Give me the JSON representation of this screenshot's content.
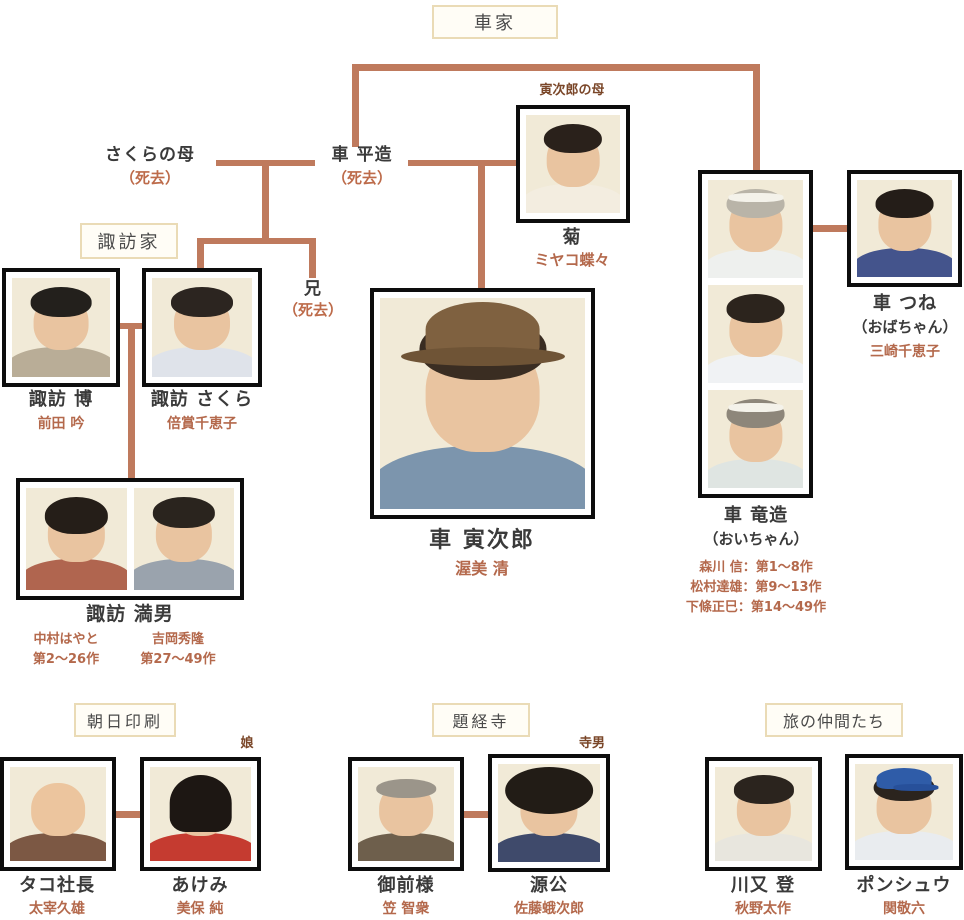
{
  "title": "車家",
  "colors": {
    "background": "#ffffff",
    "line": "#bf7a5d",
    "name_text": "#3a3a3a",
    "actor_text": "#b4694c",
    "role_text": "#7a4628",
    "tag_border": "#eadbb6",
    "tag_background": "#fffdf6",
    "frame_border": "#0d0d0d"
  },
  "tags": {
    "kuruma": "車家",
    "suwa": "諏訪家",
    "asahi": "朝日印刷",
    "daikyoji": "題経寺",
    "tabi": "旅の仲間たち"
  },
  "people": {
    "sakura_mother": {
      "name": "さくらの母",
      "note": "（死去）"
    },
    "hirazo": {
      "name": "車 平造",
      "note": "（死去）"
    },
    "kiku": {
      "role": "寅次郎の母",
      "name": "菊",
      "actor": "ミヤコ蝶々"
    },
    "ani": {
      "name": "兄",
      "note": "（死去）"
    },
    "torajiro": {
      "name": "車 寅次郎",
      "actor": "渥美 清"
    },
    "tsune": {
      "name": "車 つね",
      "alias": "（おばちゃん）",
      "actor": "三崎千恵子"
    },
    "ryuzo": {
      "name": "車 竜造",
      "alias": "（おいちゃん）",
      "actors": [
        "森川 信：第1〜8作",
        "松村達雄：第9〜13作",
        "下條正巳：第14〜49作"
      ]
    },
    "hiroshi": {
      "name": "諏訪 博",
      "actor": "前田 吟"
    },
    "sakura": {
      "name": "諏訪 さくら",
      "actor": "倍賞千恵子"
    },
    "mitsuo": {
      "name": "諏訪 満男",
      "actors": [
        {
          "actor": "中村はやと",
          "films": "第2〜26作"
        },
        {
          "actor": "吉岡秀隆",
          "films": "第27〜49作"
        }
      ]
    },
    "tako": {
      "name": "タコ社長",
      "actor": "太宰久雄"
    },
    "akemi": {
      "name": "あけみ",
      "actor": "美保 純",
      "role": "娘"
    },
    "gozensama": {
      "name": "御前様",
      "actor": "笠 智衆"
    },
    "genko": {
      "name": "源公",
      "actor": "佐藤蛾次郎",
      "role": "寺男"
    },
    "kawamata": {
      "name": "川又 登",
      "actor": "秋野太作"
    },
    "ponshu": {
      "name": "ポンシュウ",
      "actor": "関敬六"
    }
  }
}
